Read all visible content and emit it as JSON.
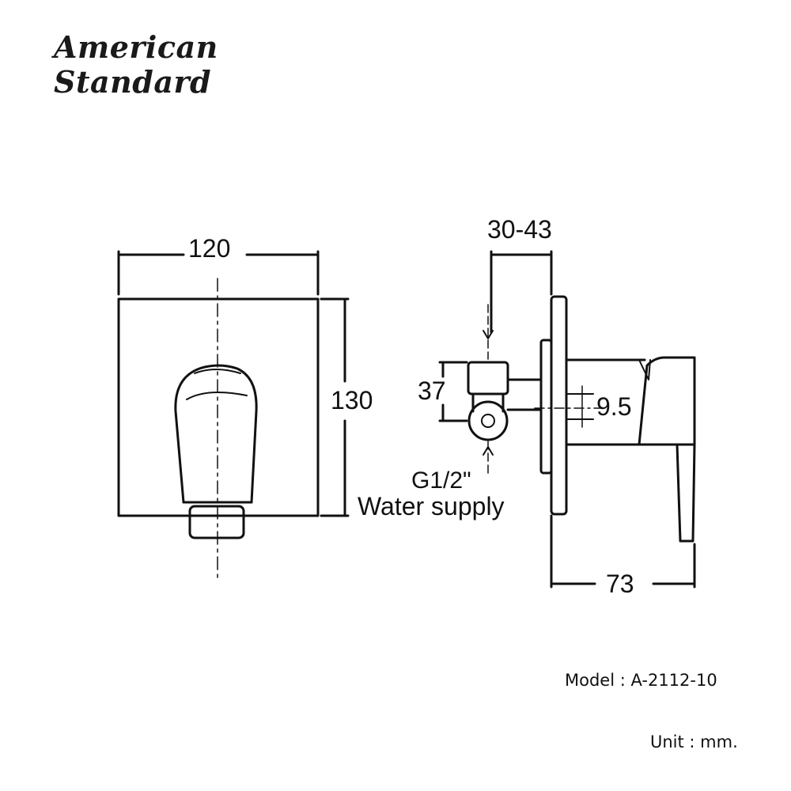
{
  "logo": {
    "line1": "American",
    "line2": "Standard"
  },
  "front_view": {
    "width_dim": "120",
    "height_dim": "130"
  },
  "side_view": {
    "depth_range_dim": "30-43",
    "offset_dim": "37",
    "shaft_dim": "9.5",
    "projection_dim": "73",
    "thread_label": "G1/2\"",
    "supply_label": "Water supply"
  },
  "model_label": "Model : A-2112-10",
  "unit_label": "Unit : mm."
}
